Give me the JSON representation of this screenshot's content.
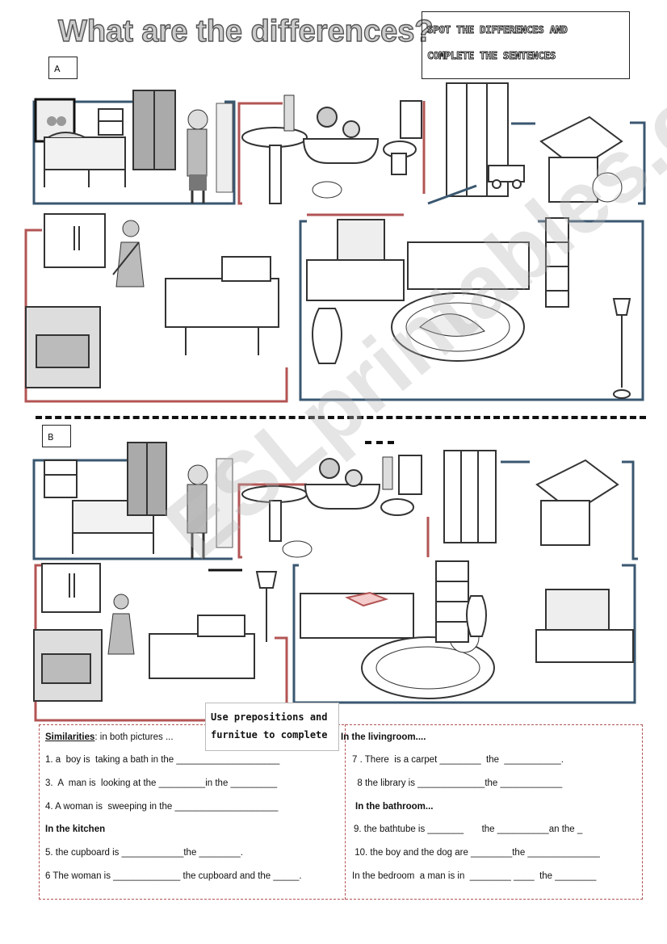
{
  "title": "What are the differences?",
  "instructions": [
    "SPOT THE DIFFERENCES AND",
    "COMPLETE THE SENTENCES"
  ],
  "picture_labels": {
    "a": "A",
    "b": "B"
  },
  "tip": [
    "Use prepositions and",
    "furnitue to complete"
  ],
  "left_column": {
    "similarities_label": "Similarities",
    "similarities_rest": ": in both pictures ...",
    "lines": [
      "1. a  boy is  taking a bath in the ____________________",
      "3.  A  man is  looking at the _________in the _________",
      "4. A woman is  sweeping in the ____________________"
    ],
    "kitchen_heading": "In the kitchen",
    "kitchen_lines": [
      "5. the cupboard is ____________the ________.",
      "6 The woman is _____________ the cupboard and the _____."
    ]
  },
  "right_column": {
    "livingroom_heading": "In the livingroom....",
    "livingroom_lines": [
      "7 . There  is a carpet ________  the  ___________.",
      "  8 the library is _____________the ____________"
    ],
    "bathroom_heading": "In the bathroom...",
    "bathroom_lines": [
      "9. the bathtube is _______       the __________an the _",
      " 10. the boy and the dog are ________the ______________"
    ],
    "bedroom_line": "In the bedroom  a man is in  ________ ____  the ________"
  },
  "colors": {
    "blue_frame": "#3a5770",
    "red_frame": "#b35454"
  }
}
